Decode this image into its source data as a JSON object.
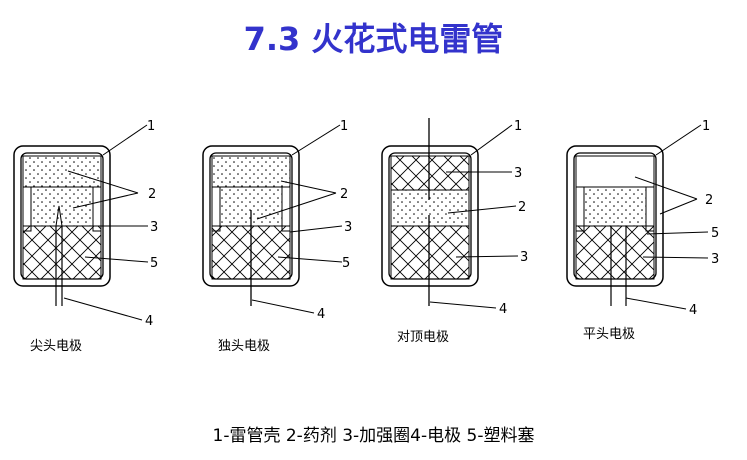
{
  "title": "7.3 火花式电雷管",
  "legend": "1-雷管壳 2-药剂 3-加强圈4-电极 5-塑料塞",
  "detonators": [
    {
      "caption": "尖头电极",
      "callouts": [
        "1",
        "2",
        "3",
        "5",
        "4"
      ]
    },
    {
      "caption": "独头电极",
      "callouts": [
        "1",
        "2",
        "3",
        "5",
        "4"
      ]
    },
    {
      "caption": "对顶电极",
      "callouts": [
        "1",
        "3",
        "2",
        "3",
        "4"
      ]
    },
    {
      "caption": "平头电极",
      "callouts": [
        "1",
        "2",
        "5",
        "3",
        "4"
      ]
    }
  ]
}
